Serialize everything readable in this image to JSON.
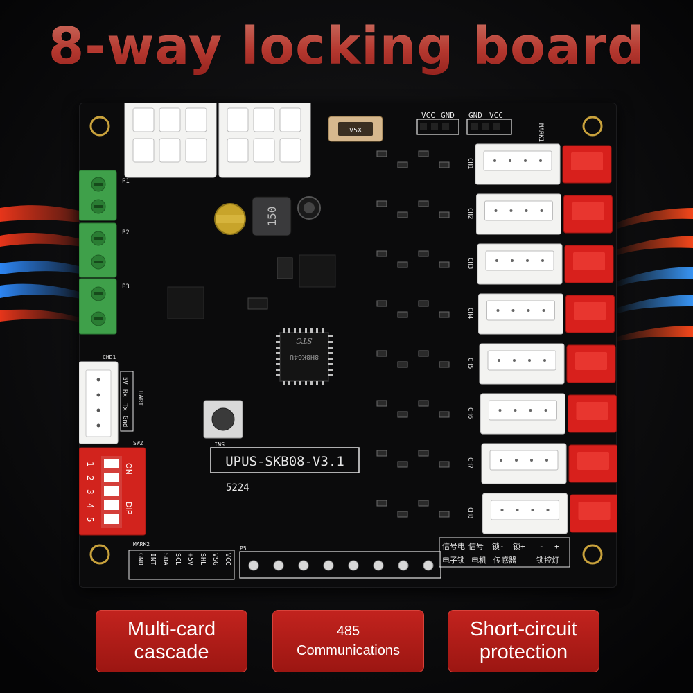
{
  "title": "8-way locking board",
  "board": {
    "model": "UPUS-SKB08-V3.1",
    "code": "5224",
    "chip_brand": "STC",
    "chip_part": "8H8K64U",
    "inductor_value": "150",
    "fuse_label": "V5X",
    "pin_labels_top_left": [
      "VCC",
      "GND"
    ],
    "pin_labels_top_right": [
      "GND",
      "VCC"
    ],
    "mark1": "MARK1",
    "mark2": "MARK2",
    "uart_title": "UART",
    "uart_pins": [
      "5V",
      "Rx",
      "Tx",
      "Gnd"
    ],
    "dip_header": "SW2",
    "dip_on": "ON",
    "dip_label": "DIP",
    "dip_numbers": [
      "1",
      "2",
      "3",
      "4",
      "5"
    ],
    "bus_header": "P5",
    "bus_pins": [
      "VCC",
      "VSG",
      "SHL",
      "+5V",
      "SCL",
      "SDA",
      "INT",
      "GND"
    ],
    "channels": [
      "CH1",
      "CH2",
      "CH3",
      "CH4",
      "CH5",
      "CH6",
      "CH7",
      "CH8"
    ],
    "terminal_labels": [
      "P1",
      "P2",
      "P3"
    ],
    "legend_row": [
      "信号电",
      "信号",
      "锁-",
      "锁+",
      "-",
      "+"
    ],
    "legend_row2": [
      "电子锁",
      "电机",
      "传感器",
      "锁控灯"
    ],
    "swx": "SW1",
    "chd1": "CHD1"
  },
  "badges": [
    {
      "lines": [
        "Multi-card",
        "cascade"
      ]
    },
    {
      "lines": [
        "485",
        "Communications"
      ]
    },
    {
      "lines": [
        "Short-circuit",
        "protection"
      ]
    }
  ],
  "colors": {
    "title": "#e8574d",
    "badge": "#b81c18",
    "board": "#0b0b0c",
    "terminal": "#3fa04a",
    "red_connector": "#d8201c",
    "white_connector": "#f3f3f1"
  }
}
